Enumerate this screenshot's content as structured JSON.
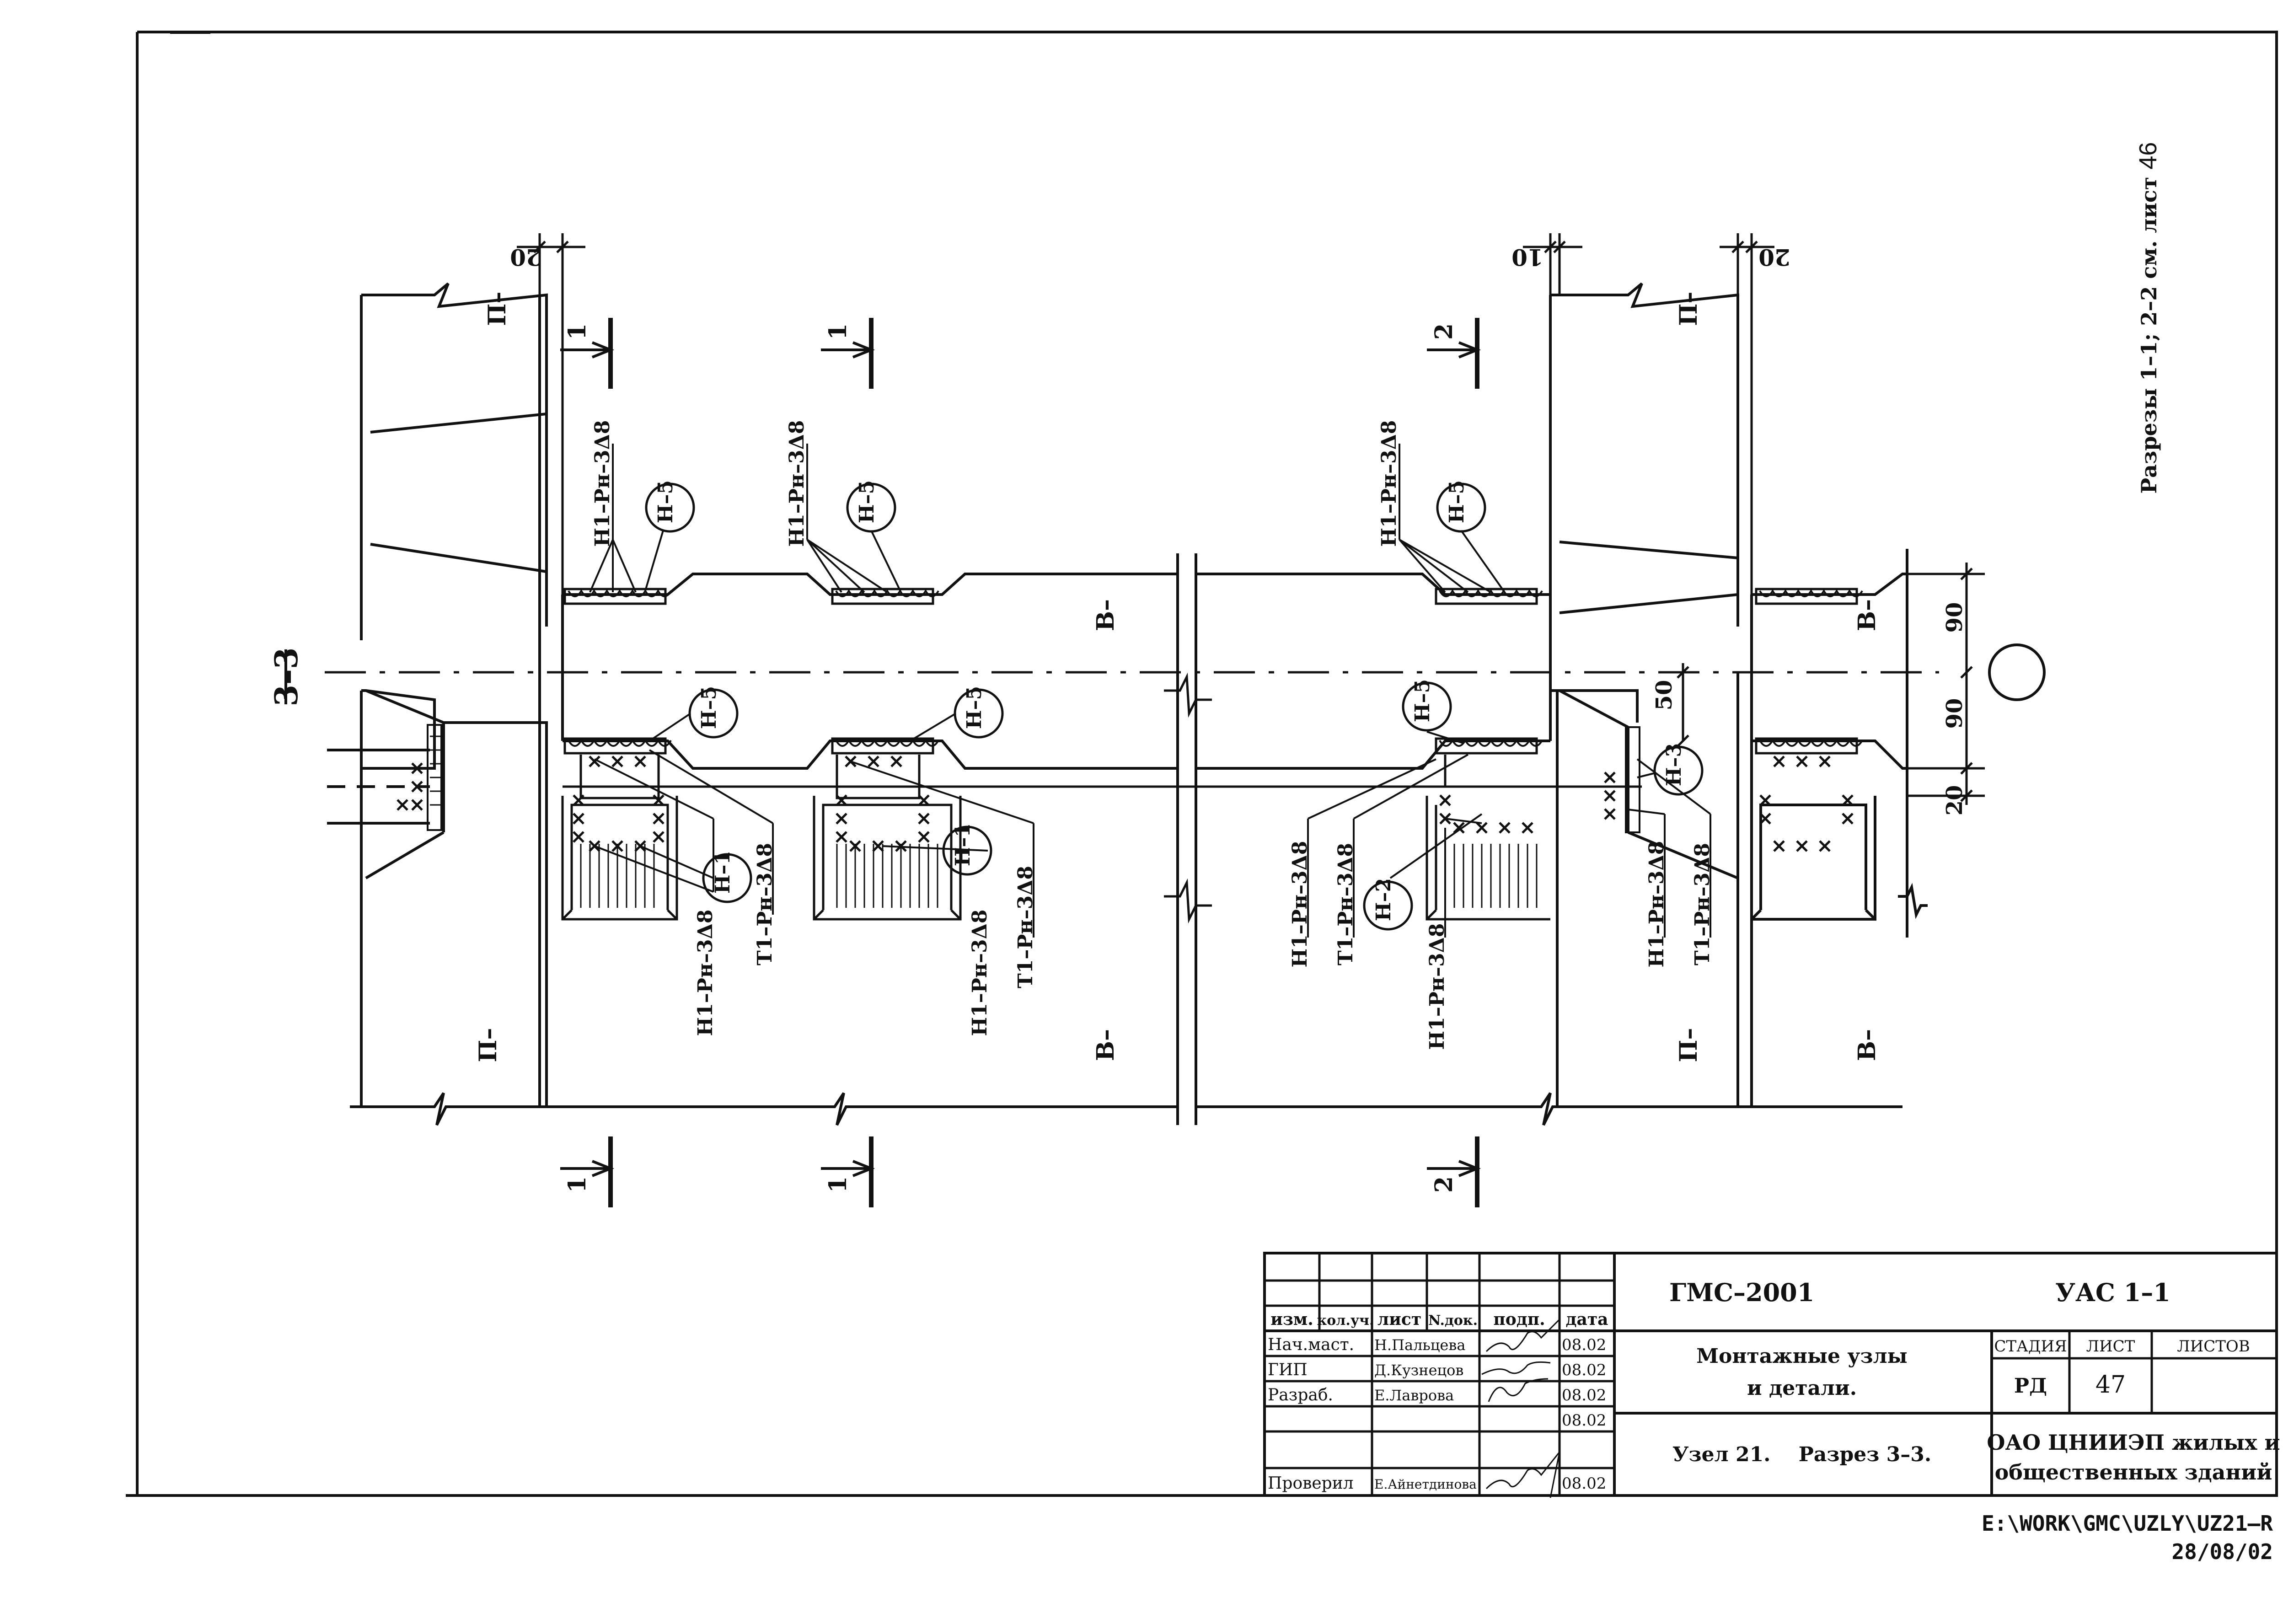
{
  "section_title": "3–3",
  "side_note": {
    "text": "Разрезы 1–1; 2–2 см. лист",
    "sheet": "46"
  },
  "section_marks": {
    "a": "1",
    "b": "2"
  },
  "dims": {
    "d20": "20",
    "d10": "10",
    "d90": "90",
    "d50": "50"
  },
  "zone_labels": {
    "p": "П–",
    "v": "В–"
  },
  "weld_notes": {
    "n1": "Н1–Рн–3Δ8",
    "t1": "Т1–Рн–3Δ8"
  },
  "parts": {
    "n1": "Н–1",
    "n2": "Н–2",
    "n3": "Н–3",
    "n5": "Н–5"
  },
  "title_block": {
    "headers": [
      "изм.",
      "кол.уч.",
      "лист",
      "N.док.",
      "подп.",
      "дата"
    ],
    "rows": [
      {
        "role": "Нач.маст.",
        "name": "Н.Пальцева",
        "date": "08.02"
      },
      {
        "role": "ГИП",
        "name": "Д.Кузнецов",
        "date": "08.02"
      },
      {
        "role": "Разраб.",
        "name": "Е.Лаврова",
        "date": "08.02"
      },
      {
        "role": "",
        "name": "",
        "date": "08.02"
      },
      {
        "role": "Проверил",
        "name": "Е.Айнетдинова",
        "date": "08.02"
      }
    ],
    "code": "ГМС–2001",
    "doc_code": "УАС 1–1",
    "title_line1": "Монтажные узлы",
    "title_line2": "и детали.",
    "stage_header": "СТАДИЯ",
    "sheet_header": "ЛИСТ",
    "sheets_header": "ЛИСТОВ",
    "stage": "РД",
    "sheet": "47",
    "sheets": "",
    "subtitle": "Узел 21.    Разрез 3–3.",
    "org_line1": "ОАО ЦНИИЭП жилых и",
    "org_line2": "общественных зданий"
  },
  "file_path": "E:\\WORK\\GMC\\UZLY\\UZ21–R",
  "file_date": "28/08/02"
}
